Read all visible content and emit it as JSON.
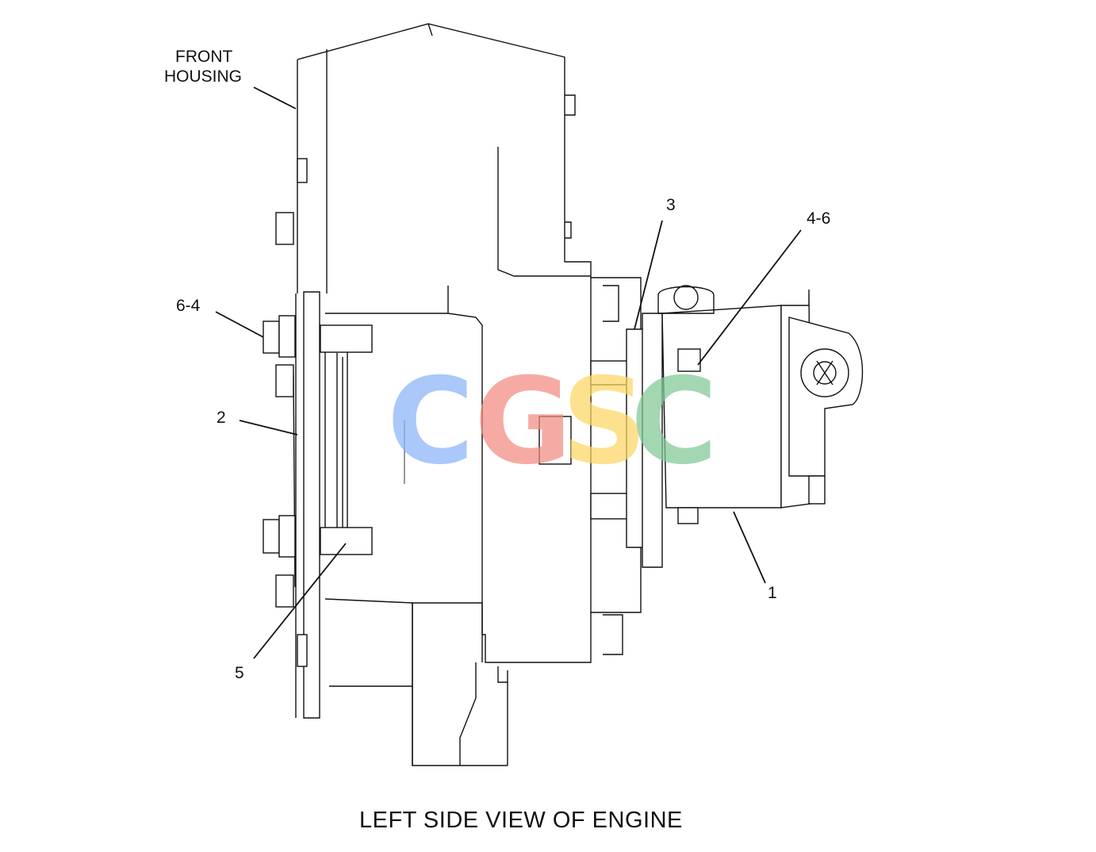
{
  "labels": {
    "front_housing_line1": "FRONT",
    "front_housing_line2": "HOUSING",
    "callout_3": "3",
    "callout_4_6": "4-6",
    "callout_6_4": "6-4",
    "callout_2": "2",
    "callout_1": "1",
    "callout_5": "5"
  },
  "caption": "LEFT SIDE VIEW OF ENGINE",
  "watermark": {
    "letters": [
      "C",
      "G",
      "S",
      "C"
    ],
    "colors": [
      "#8ab4f8",
      "#f28b82",
      "#fdd663",
      "#81c995"
    ]
  },
  "colors": {
    "line": "#111111",
    "background": "#ffffff"
  }
}
